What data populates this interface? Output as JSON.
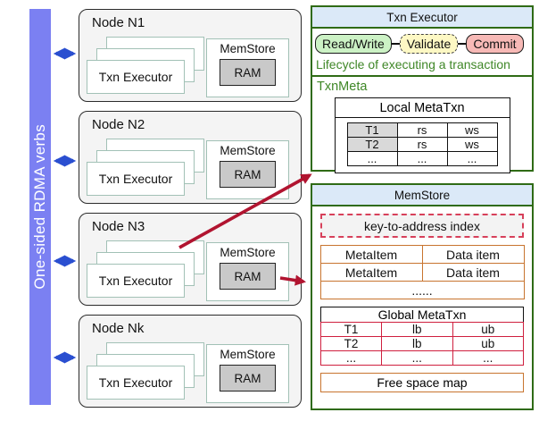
{
  "sidebar": {
    "label": "One-sided RDMA verbs"
  },
  "labels": {
    "executor": "Txn Executor",
    "memstore": "MemStore",
    "ram": "RAM"
  },
  "nodes": [
    {
      "title": "Node N1"
    },
    {
      "title": "Node N2"
    },
    {
      "title": "Node N3"
    },
    {
      "title": "Node Nk"
    }
  ],
  "executor_panel": {
    "title": "Txn Executor",
    "stages": [
      {
        "label": "Read/Write"
      },
      {
        "label": "Validate"
      },
      {
        "label": "Commit"
      }
    ],
    "caption": "Lifecycle of executing a transaction",
    "txnmeta_label": "TxnMeta",
    "local_table": {
      "title": "Local MetaTxn",
      "rows": [
        [
          "T1",
          "rs",
          "ws"
        ],
        [
          "T2",
          "rs",
          "ws"
        ],
        [
          "...",
          "...",
          "..."
        ]
      ]
    }
  },
  "memstore_panel": {
    "title": "MemStore",
    "index_label": "key-to-address index",
    "items_table": {
      "rows": [
        [
          "MetaItem",
          "Data item"
        ],
        [
          "MetaItem",
          "Data item"
        ]
      ],
      "ellipsis_row": "......"
    },
    "global_table": {
      "title": "Global MetaTxn",
      "rows": [
        [
          "T1",
          "lb",
          "ub"
        ],
        [
          "T2",
          "lb",
          "ub"
        ],
        [
          "...",
          "...",
          "..."
        ]
      ]
    },
    "free_space_label": "Free space map"
  },
  "colors": {
    "rdma_bar": "#7b80f2",
    "blue_arrow": "#2a4fd0",
    "red_arrow": "#b11430",
    "panel_border_green": "#2f6b16",
    "panel_header_blue": "#dbe9f8",
    "green_text": "#3f8727",
    "stage_read_write_fill": "#ccf2c5",
    "stage_validate_fill": "#fdf8c4",
    "stage_commit_fill": "#f7b9b6",
    "orange_border": "#c8742f",
    "crimson_border": "#cf1f3e",
    "index_dashed_border": "#d7405a",
    "gray_cell": "#d9d9d9",
    "ram_fill": "#c9c9c9",
    "node_fill": "#f4f4f4",
    "stack_border": "#a2c1b6"
  }
}
